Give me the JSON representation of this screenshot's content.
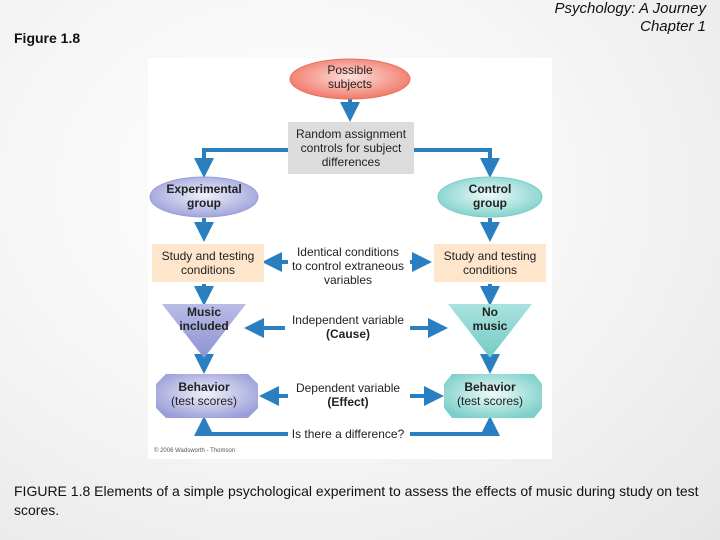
{
  "header": {
    "figure_label": "Figure 1.8",
    "book_title": "Psychology: A Journey",
    "chapter": "Chapter 1"
  },
  "diagram": {
    "possible_subjects": [
      "Possible",
      "subjects"
    ],
    "random_assignment": [
      "Random assignment",
      "controls for subject",
      "differences"
    ],
    "experimental_group": [
      "Experimental",
      "group"
    ],
    "control_group": [
      "Control",
      "group"
    ],
    "study_left": [
      "Study and testing",
      "conditions"
    ],
    "study_right": [
      "Study and testing",
      "conditions"
    ],
    "identical_conditions": [
      "Identical conditions",
      "to control extraneous",
      "variables"
    ],
    "music_included": [
      "Music",
      "included"
    ],
    "no_music": [
      "No",
      "music"
    ],
    "independent_variable": [
      "Independent variable",
      "(Cause)"
    ],
    "behavior_left": [
      "Behavior",
      "(test scores)"
    ],
    "behavior_right": [
      "Behavior",
      "(test scores)"
    ],
    "dependent_variable": [
      "Dependent variable",
      "(Effect)"
    ],
    "difference_question": "Is there a difference?",
    "copyright": "© 2006 Wadsworth - Thomson",
    "colors": {
      "arrow": "#2a7fc0",
      "pink": "#f07060",
      "purple": "#9a9ed8",
      "teal": "#7ccfc9",
      "orange_box": "#fde6cc",
      "gray_box": "#dcdcdc"
    }
  },
  "caption": {
    "lead": "FIGURE 1.8",
    "text": " Elements of a simple psychological experiment to assess the effects of music during study on test scores."
  }
}
